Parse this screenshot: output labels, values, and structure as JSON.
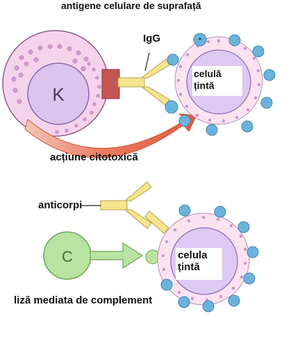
{
  "top_title": "antigene celulare de suprafață",
  "igg_label": "IgG",
  "k_cell_letter": "K",
  "target_top": {
    "line1": "celulă",
    "line2": "țintă"
  },
  "cytotoxic_label": "acțiune citotoxică",
  "antibodies_label": "anticorpi",
  "c_letter": "C",
  "target_bottom": {
    "line1": "celula",
    "line2": "țintă"
  },
  "complement_label": "liză mediata de complement",
  "colors": {
    "k_cell_fill": "#f5d3ec",
    "k_nucleus_fill": "#dcc4ee",
    "target_fill": "#dec9f2",
    "antigen_blue": "#6cb3dc",
    "antibody_yellow": "#f6e58e",
    "receptor_red": "#c35552",
    "arrow_orange": "#e8664a",
    "complement_green": "#b8e3a0"
  }
}
